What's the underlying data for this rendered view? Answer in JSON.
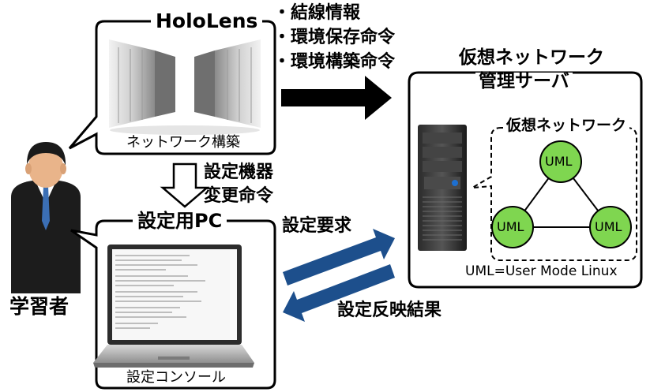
{
  "hololens": {
    "title": "HoloLens",
    "caption": "ネットワーク構築"
  },
  "commands_top": [
    "・結線情報",
    "・環境保存命令",
    "・環境構築命令"
  ],
  "vnm_server": {
    "title_line1": "仮想ネットワーク",
    "title_line2": "管理サーバ"
  },
  "virtual_network": {
    "title": "仮想ネットワーク",
    "nodes": [
      "UML",
      "UML",
      "UML"
    ],
    "footnote": "UML=User Mode Linux"
  },
  "down_arrow_label": [
    "設定機器",
    "変更命令"
  ],
  "learner": {
    "label": "学習者"
  },
  "pc": {
    "title": "設定用PC",
    "caption": "設定コンソール"
  },
  "request_label": "設定要求",
  "result_label": "設定反映結果",
  "colors": {
    "uml_node": "#7fd650",
    "arrow_blue": "#1d4f8c"
  }
}
